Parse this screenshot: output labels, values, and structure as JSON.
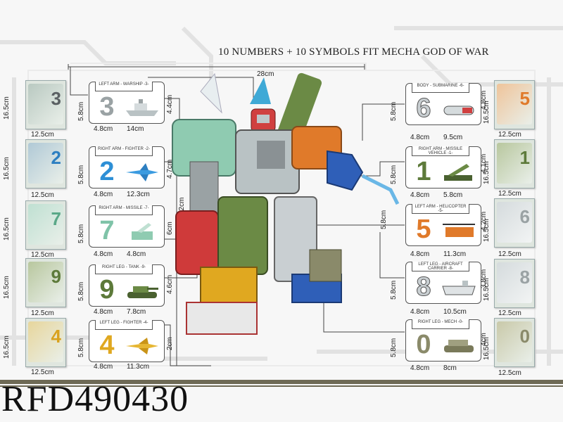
{
  "title": "10 NUMBERS + 10 SYMBOLS FIT MECHA GOD OF WAR",
  "product_code": "RFD490430",
  "overall_width": "28cm",
  "overall_height": "32cm",
  "box_dims": {
    "height": "16.5cm",
    "width": "12.5cm"
  },
  "left_boxes": [
    {
      "digit": "3",
      "color": "#9aa2a4"
    },
    {
      "digit": "2",
      "color": "#2d7fc1"
    },
    {
      "digit": "7",
      "color": "#7fc3a8"
    },
    {
      "digit": "9",
      "color": "#5d7a3a"
    },
    {
      "digit": "4",
      "color": "#d9a21f"
    }
  ],
  "right_boxes": [
    {
      "digit": "5",
      "color": "#e07a2a"
    },
    {
      "digit": "1",
      "color": "#5d7a3a"
    },
    {
      "digit": "6",
      "color": "#c9cfd2"
    },
    {
      "digit": "8",
      "color": "#c9cfd2"
    },
    {
      "digit": "0",
      "color": "#8a8a6a"
    }
  ],
  "left_cards": [
    {
      "label": "LEFT ARM - WARSHIP -3-",
      "digit": "3",
      "color": "#9aa2a4",
      "h": "5.8cm",
      "w": "4.8cm",
      "vw": "14cm",
      "vh": "4.4cm"
    },
    {
      "label": "RIGHT ARM - FIGHTER -2-",
      "digit": "2",
      "color": "#2d8fd6",
      "h": "5.8cm",
      "w": "4.8cm",
      "vw": "12.3cm",
      "vh": "4.7cm"
    },
    {
      "label": "RIGHT ARM - MISSILE -7-",
      "digit": "7",
      "color": "#7fc3a8",
      "h": "5.8cm",
      "w": "4.8cm",
      "vw": "4.8cm",
      "vh": "6cm"
    },
    {
      "label": "RIGHT LEG - TANK -9-",
      "digit": "9",
      "color": "#5d7a3a",
      "h": "5.8cm",
      "w": "4.8cm",
      "vw": "7.8cm",
      "vh": "4.6cm"
    },
    {
      "label": "LEFT LEG - FIGHTER -4-",
      "digit": "4",
      "color": "#e0a820",
      "h": "5.8cm",
      "w": "4.8cm",
      "vw": "11.3cm",
      "vh": "2cm"
    }
  ],
  "right_cards": [
    {
      "label": "BODY - SUBMARINE -6-",
      "digit": "6",
      "color": "#c9cfd2",
      "h": "5.8cm",
      "w": "4.8cm",
      "vw": "9.5cm",
      "vh": "4.8cm"
    },
    {
      "label": "RIGHT ARM - MISSILE VEHICLE -1-",
      "digit": "1",
      "color": "#5d7a3a",
      "h": "5.8cm",
      "w": "4.8cm",
      "vw": "5.8cm",
      "vh": "4.1cm"
    },
    {
      "label": "LEFT ARM - HELICOPTER -5-",
      "digit": "5",
      "color": "#e07a2a",
      "h": "5.8cm",
      "w": "4.8cm",
      "vw": "11.3cm",
      "vh": "4.2cm"
    },
    {
      "label": "LEFT LEG - AIRCRAFT CARRIER -8-",
      "digit": "8",
      "color": "#c9cfd2",
      "h": "5.8cm",
      "w": "4.8cm",
      "vw": "10.5cm",
      "vh": "3.8cm"
    },
    {
      "label": "RIGHT LEG - MECH -0-",
      "digit": "0",
      "color": "#8a8a6a",
      "h": "5.8cm",
      "w": "4.8cm",
      "vw": "8cm",
      "vh": "4cm"
    }
  ]
}
